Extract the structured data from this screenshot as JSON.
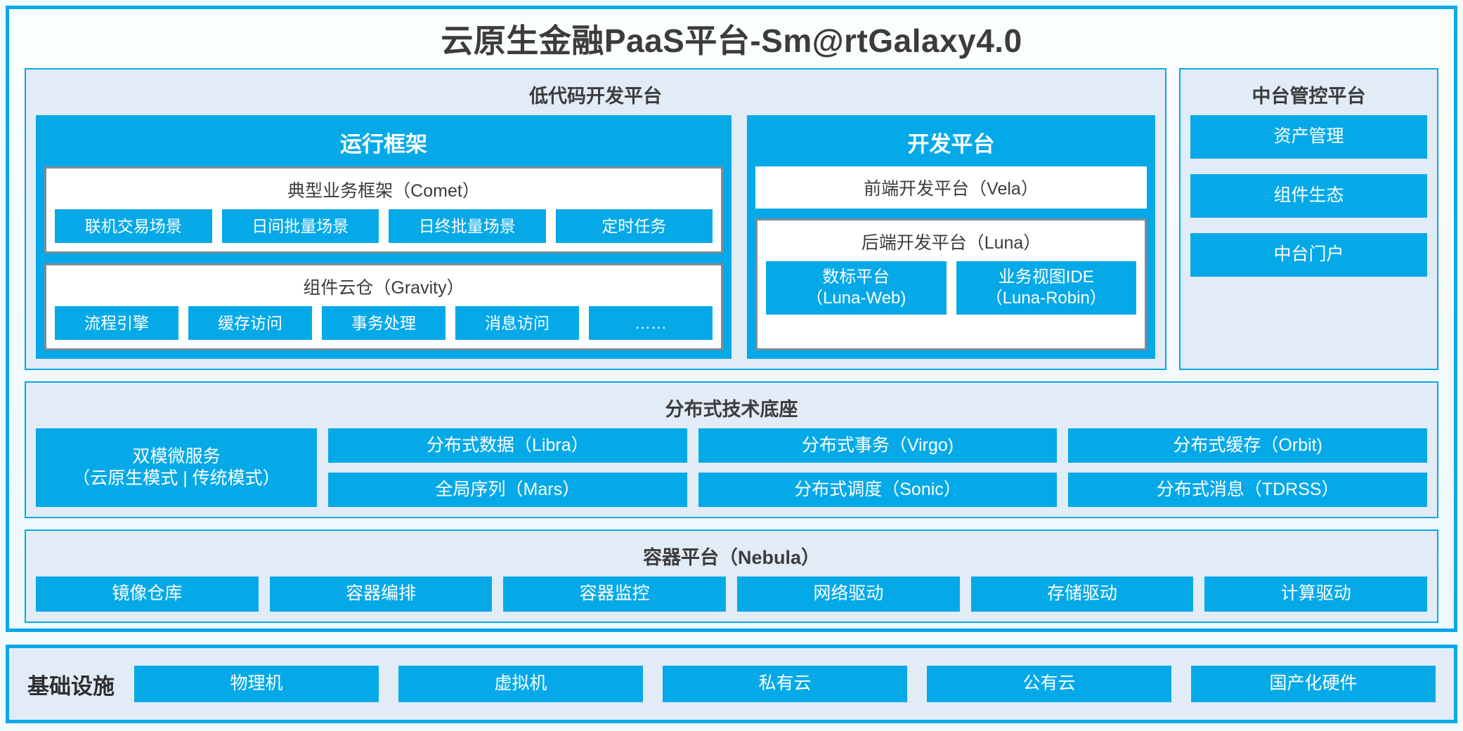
{
  "title": "云原生金融PaaS平台-Sm@rtGalaxy4.0",
  "colors": {
    "accent": "#06a9e8",
    "panel_bg": "#e2ecf7",
    "page_bg": "#f2fbfe",
    "card_border": "#808b96",
    "text": "#3c3c3c"
  },
  "lowcode": {
    "title": "低代码开发平台",
    "runtime": {
      "title": "运行框架",
      "comet": {
        "title": "典型业务框架（Comet）",
        "items": [
          "联机交易场景",
          "日间批量场景",
          "日终批量场景",
          "定时任务"
        ]
      },
      "gravity": {
        "title": "组件云仓（Gravity）",
        "items": [
          "流程引擎",
          "缓存访问",
          "事务处理",
          "消息访问",
          "……"
        ]
      }
    },
    "devplatform": {
      "title": "开发平台",
      "vela": "前端开发平台（Vela）",
      "luna": {
        "title": "后端开发平台（Luna）",
        "items": [
          "数标平台\n（Luna-Web)",
          "业务视图IDE\n（Luna-Robin）"
        ]
      }
    }
  },
  "mgmt": {
    "title": "中台管控平台",
    "items": [
      "资产管理",
      "组件生态",
      "中台门户"
    ]
  },
  "dist": {
    "title": "分布式技术底座",
    "dualmode": "双模微服务\n（云原生模式 | 传统模式）",
    "col1": [
      "分布式数据（Libra）",
      "全局序列（Mars）"
    ],
    "col2": [
      "分布式事务（Virgo)",
      "分布式调度（Sonic）"
    ],
    "col3": [
      "分布式缓存（Orbit)",
      "分布式消息（TDRSS）"
    ]
  },
  "container": {
    "title": "容器平台（Nebula）",
    "items": [
      "镜像仓库",
      "容器编排",
      "容器监控",
      "网络驱动",
      "存储驱动",
      "计算驱动"
    ]
  },
  "infra": {
    "label": "基础设施",
    "items": [
      "物理机",
      "虚拟机",
      "私有云",
      "公有云",
      "国产化硬件"
    ]
  }
}
